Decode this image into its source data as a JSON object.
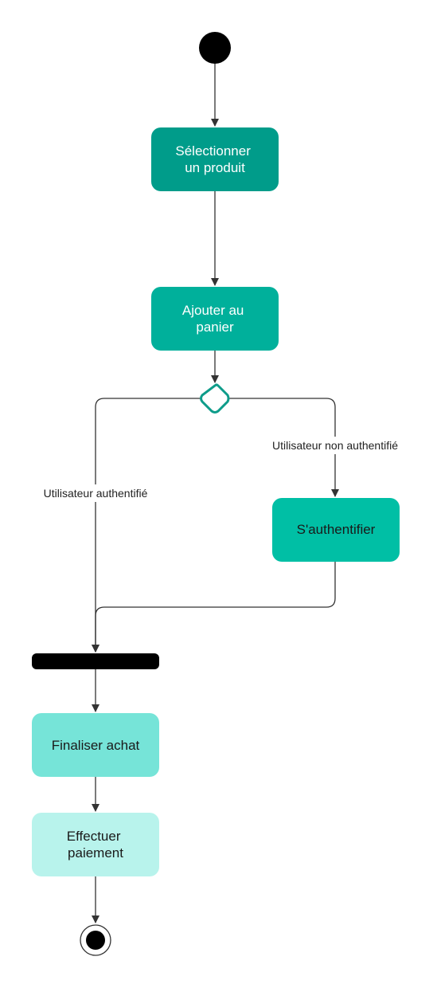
{
  "diagram": {
    "nodes": {
      "select": {
        "line1": "Sélectionner",
        "line2": "un produit"
      },
      "cart": {
        "line1": "Ajouter au",
        "line2": "panier"
      },
      "auth": {
        "label": "S'authentifier"
      },
      "finalize": {
        "label": "Finaliser achat"
      },
      "payment": {
        "line1": "Effectuer",
        "line2": "paiement"
      }
    },
    "edges": {
      "authenticated": "Utilisateur authentifié",
      "not_authenticated": "Utilisateur non authentifié"
    }
  },
  "colors": {
    "select_fill": "#009C8A",
    "cart_fill": "#00B09B",
    "auth_fill": "#00BFA5",
    "finalize_fill": "#76E4D8",
    "payment_fill": "#B8F3EC",
    "decision_stroke": "#0E9C8A",
    "line": "#333333",
    "dark_text": "#1a1a1a",
    "light_text": "#ffffff"
  }
}
